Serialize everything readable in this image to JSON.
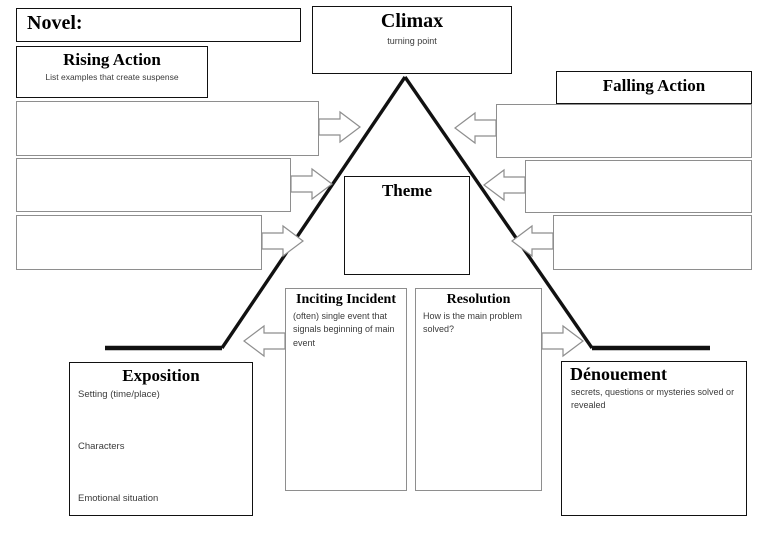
{
  "document": {
    "type": "plot-diagram-graphic-organizer",
    "background_color": "#ffffff",
    "line_color": "#111111",
    "box_border_color": "#3a3a3a",
    "arrow_outline_color": "#8e8e8e"
  },
  "novel": {
    "label": "Novel:"
  },
  "climax": {
    "title": "Climax",
    "subtitle": "turning point"
  },
  "rising_action": {
    "title": "Rising Action",
    "subtitle": "List examples that create suspense",
    "rows": [
      "",
      "",
      ""
    ]
  },
  "falling_action": {
    "title": "Falling Action",
    "rows": [
      "",
      "",
      ""
    ]
  },
  "theme": {
    "title": "Theme"
  },
  "inciting_incident": {
    "title": "Inciting Incident",
    "subtitle": "(often) single event that signals beginning of main event"
  },
  "resolution": {
    "title": "Resolution",
    "subtitle": "How is the main problem solved?"
  },
  "exposition": {
    "title": "Exposition",
    "items": [
      "Setting (time/place)",
      "Characters",
      "Emotional situation"
    ]
  },
  "denouement": {
    "title": "Dénouement",
    "subtitle": "secrets, questions or mysteries solved or revealed"
  }
}
